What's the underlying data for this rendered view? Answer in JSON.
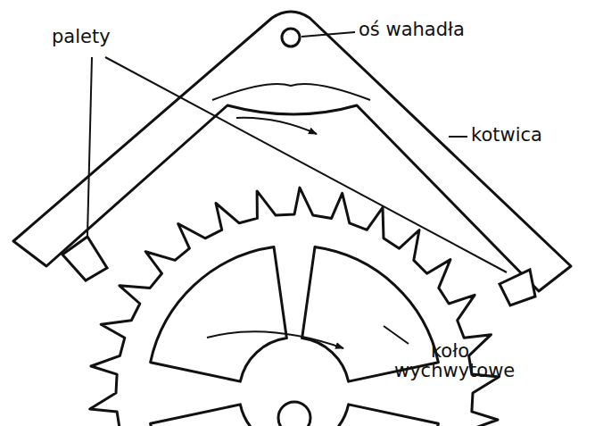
{
  "diagram": {
    "labels": [
      "palety",
      "oś wahadła",
      "kotwica",
      "koło wychwytowe"
    ]
  }
}
